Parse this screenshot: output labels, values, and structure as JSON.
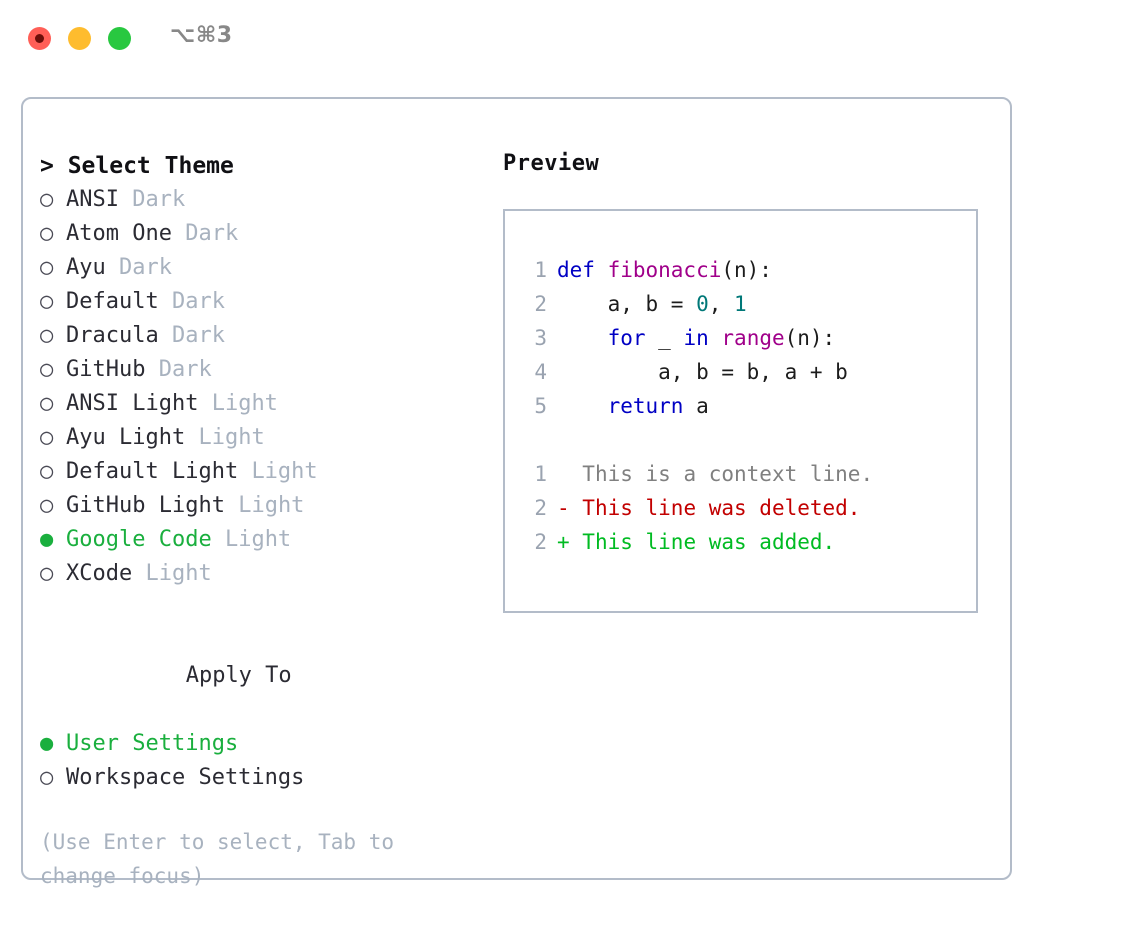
{
  "window": {
    "shortcut": "⌥⌘3",
    "traffic_lights": [
      {
        "name": "close",
        "color": "#ff5f57"
      },
      {
        "name": "minimize",
        "color": "#febc2e"
      },
      {
        "name": "maximize",
        "color": "#28c840"
      }
    ]
  },
  "theme_list": {
    "prompt": "> Select Theme",
    "items": [
      {
        "marker": "○",
        "name": "ANSI",
        "tag": "Dark",
        "selected": false
      },
      {
        "marker": "○",
        "name": "Atom One",
        "tag": "Dark",
        "selected": false
      },
      {
        "marker": "○",
        "name": "Ayu",
        "tag": "Dark",
        "selected": false
      },
      {
        "marker": "○",
        "name": "Default",
        "tag": "Dark",
        "selected": false
      },
      {
        "marker": "○",
        "name": "Dracula",
        "tag": "Dark",
        "selected": false
      },
      {
        "marker": "○",
        "name": "GitHub",
        "tag": "Dark",
        "selected": false
      },
      {
        "marker": "○",
        "name": "ANSI Light",
        "tag": "Light",
        "selected": false
      },
      {
        "marker": "○",
        "name": "Ayu Light",
        "tag": "Light",
        "selected": false
      },
      {
        "marker": "○",
        "name": "Default Light",
        "tag": "Light",
        "selected": false
      },
      {
        "marker": "○",
        "name": "GitHub Light",
        "tag": "Light",
        "selected": false
      },
      {
        "marker": "●",
        "name": "Google Code",
        "tag": "Light",
        "selected": true
      },
      {
        "marker": "○",
        "name": "XCode",
        "tag": "Light",
        "selected": false
      }
    ]
  },
  "apply_to": {
    "heading": "Apply To",
    "items": [
      {
        "marker": "●",
        "label": "User Settings",
        "selected": true
      },
      {
        "marker": "○",
        "label": "Workspace Settings",
        "selected": false
      }
    ]
  },
  "hint": "(Use Enter to select, Tab to change focus)",
  "preview": {
    "title": "Preview",
    "code_lines": [
      {
        "n": "1",
        "tokens": [
          {
            "t": "def ",
            "c": "kw"
          },
          {
            "t": "fibonacci",
            "c": "fn"
          },
          {
            "t": "(n):",
            "c": "pln"
          }
        ]
      },
      {
        "n": "2",
        "tokens": [
          {
            "t": "    a, b = ",
            "c": "pln"
          },
          {
            "t": "0",
            "c": "num"
          },
          {
            "t": ", ",
            "c": "pln"
          },
          {
            "t": "1",
            "c": "num"
          }
        ]
      },
      {
        "n": "3",
        "tokens": [
          {
            "t": "    ",
            "c": "pln"
          },
          {
            "t": "for",
            "c": "kw"
          },
          {
            "t": " _ ",
            "c": "pln"
          },
          {
            "t": "in",
            "c": "kw"
          },
          {
            "t": " ",
            "c": "pln"
          },
          {
            "t": "range",
            "c": "fn"
          },
          {
            "t": "(n):",
            "c": "pln"
          }
        ]
      },
      {
        "n": "4",
        "tokens": [
          {
            "t": "        a, b = b, a + b",
            "c": "pln"
          }
        ]
      },
      {
        "n": "5",
        "tokens": [
          {
            "t": "    ",
            "c": "pln"
          },
          {
            "t": "return",
            "c": "kw"
          },
          {
            "t": " a",
            "c": "pln"
          }
        ]
      }
    ],
    "diff_lines": [
      {
        "n": "1",
        "sign": "  ",
        "text": "This is a context line.",
        "cls": "ctx"
      },
      {
        "n": "2",
        "sign": "- ",
        "text": "This line was deleted.",
        "cls": "del"
      },
      {
        "n": "2",
        "sign": "+ ",
        "text": "This line was added.",
        "cls": "add"
      }
    ]
  },
  "colors": {
    "accent_green": "#1aaf3e",
    "muted": "#a8b2bf",
    "border": "#b3bcc9",
    "keyword": "#0000c4",
    "function": "#a0008a",
    "number": "#007878",
    "deleted": "#c20000",
    "added": "#00bb22",
    "context": "#808080"
  }
}
